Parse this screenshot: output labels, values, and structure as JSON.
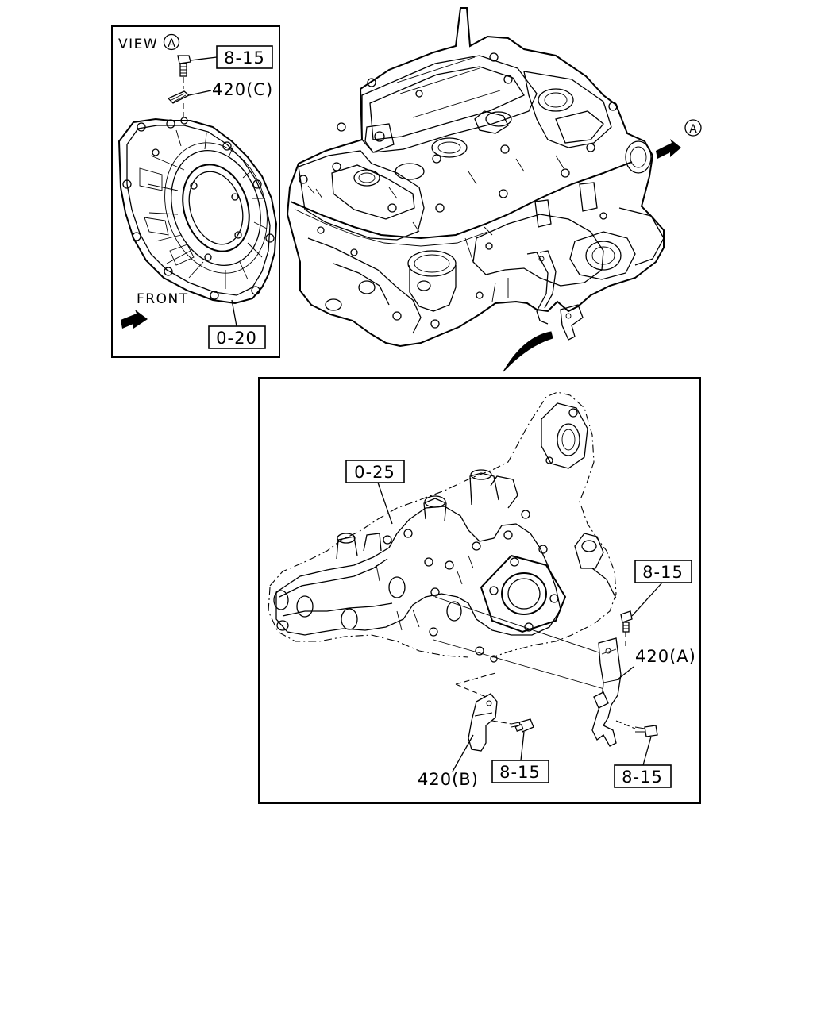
{
  "view_inset": {
    "title": "VIEW",
    "view_letter": "A",
    "front_label": "FRONT"
  },
  "view_marker": {
    "letter": "A"
  },
  "callouts": {
    "inset_bolt": "8-15",
    "inset_bracket_c": "420(C)",
    "inset_plate": "0-20",
    "manifold": "0-25",
    "detail_bolt_upper": "8-15",
    "bracket_a": "420(A)",
    "bracket_b": "420(B)",
    "detail_bolt_lower_left": "8-15",
    "detail_bolt_lower_right": "8-15"
  }
}
